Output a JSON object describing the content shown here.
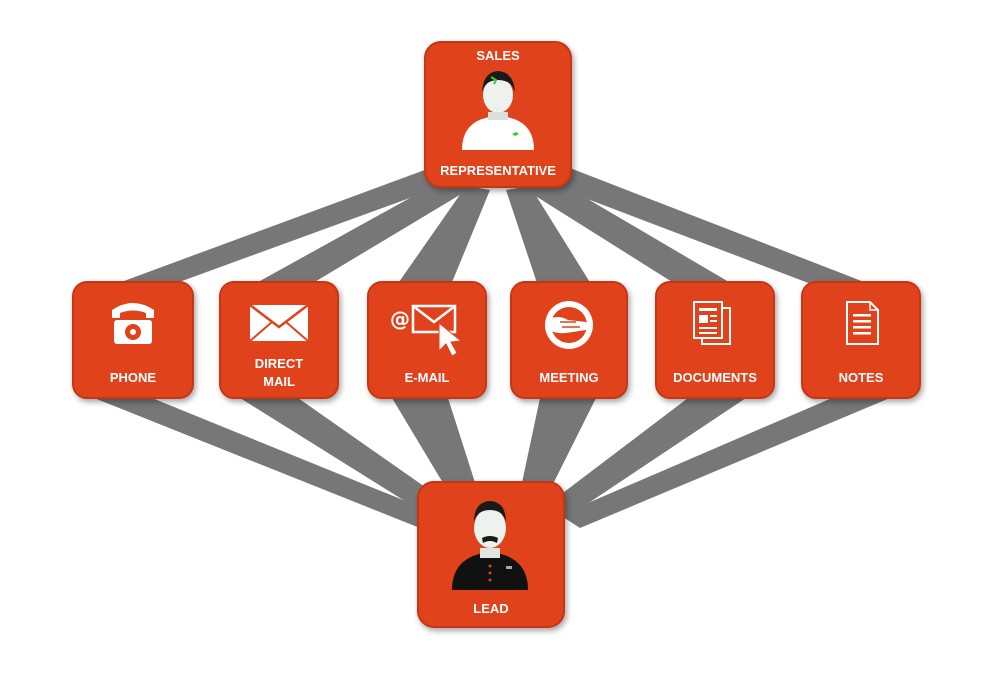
{
  "colors": {
    "tile_fill": "#e0421c",
    "tile_border": "#c73512",
    "connector": "#777777",
    "icon": "#ffffff"
  },
  "top_node": {
    "label_top": "SALES",
    "label_bottom": "REPRESENTATIVE",
    "icon": "sales-rep-person-icon"
  },
  "bottom_node": {
    "label": "LEAD",
    "icon": "lead-person-icon"
  },
  "channels": [
    {
      "lines": [
        "PHONE"
      ],
      "icon": "phone-icon"
    },
    {
      "lines": [
        "DIRECT",
        "MAIL"
      ],
      "icon": "envelope-icon"
    },
    {
      "lines": [
        "E-MAIL"
      ],
      "icon": "email-at-icon"
    },
    {
      "lines": [
        "MEETING"
      ],
      "icon": "handshake-icon"
    },
    {
      "lines": [
        "DOCUMENTS"
      ],
      "icon": "documents-icon"
    },
    {
      "lines": [
        "NOTES"
      ],
      "icon": "notes-icon"
    }
  ]
}
